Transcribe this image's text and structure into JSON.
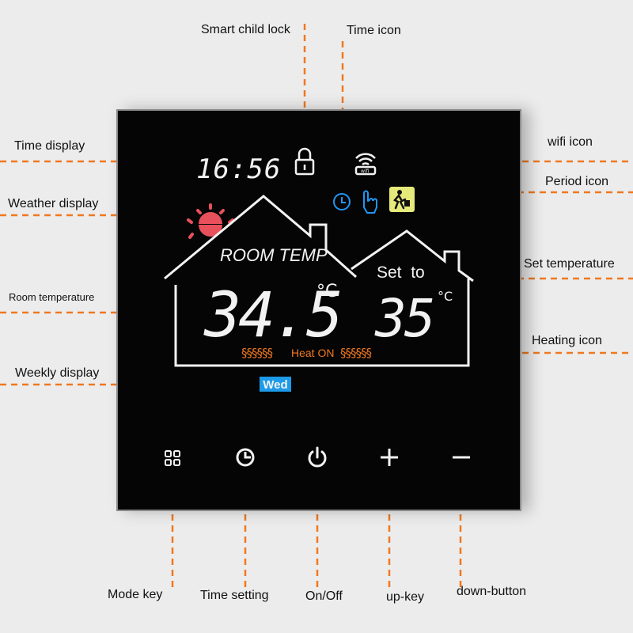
{
  "labels": {
    "smart_child_lock": "Smart child lock",
    "time_icon": "Time icon",
    "time_display": "Time display",
    "wifi_icon": "wifi icon",
    "period_icon": "Period icon",
    "weather_display": "Weather display",
    "set_temperature": "Set temperature",
    "room_temperature": "Room temperature",
    "heating_icon": "Heating icon",
    "weekly_display": "Weekly display",
    "mode_key": "Mode key",
    "time_setting": "Time setting",
    "on_off": "On/Off",
    "up_key": "up-key",
    "down_button": "down-button"
  },
  "screen": {
    "time": "16:56",
    "room_temp_label": "ROOM TEMP",
    "room_temp_value": "34.5",
    "room_temp_unit": "°C",
    "set_to_label": "Set  to",
    "set_temp_value": "35",
    "set_temp_unit": "°C",
    "heat_status": "Heat ON",
    "heat_waves": "§§§§§§",
    "weekday": "Wed",
    "wifi_caption": "wifi"
  },
  "colors": {
    "leader_line": "#f07820",
    "lcd_white": "#f2f2f2",
    "heat_orange": "#f07820",
    "accent_blue": "#2196f3",
    "weather_red": "#e8505b",
    "period_yellow": "#e6ea7a",
    "weekday_bg": "#1e9be8"
  },
  "icons": [
    "lock-icon",
    "clock-icon",
    "hand-touch-icon",
    "wifi-icon",
    "period-person-icon",
    "sun-icon",
    "mode-grid-icon",
    "time-setting-icon",
    "power-icon",
    "plus-icon",
    "minus-icon"
  ]
}
